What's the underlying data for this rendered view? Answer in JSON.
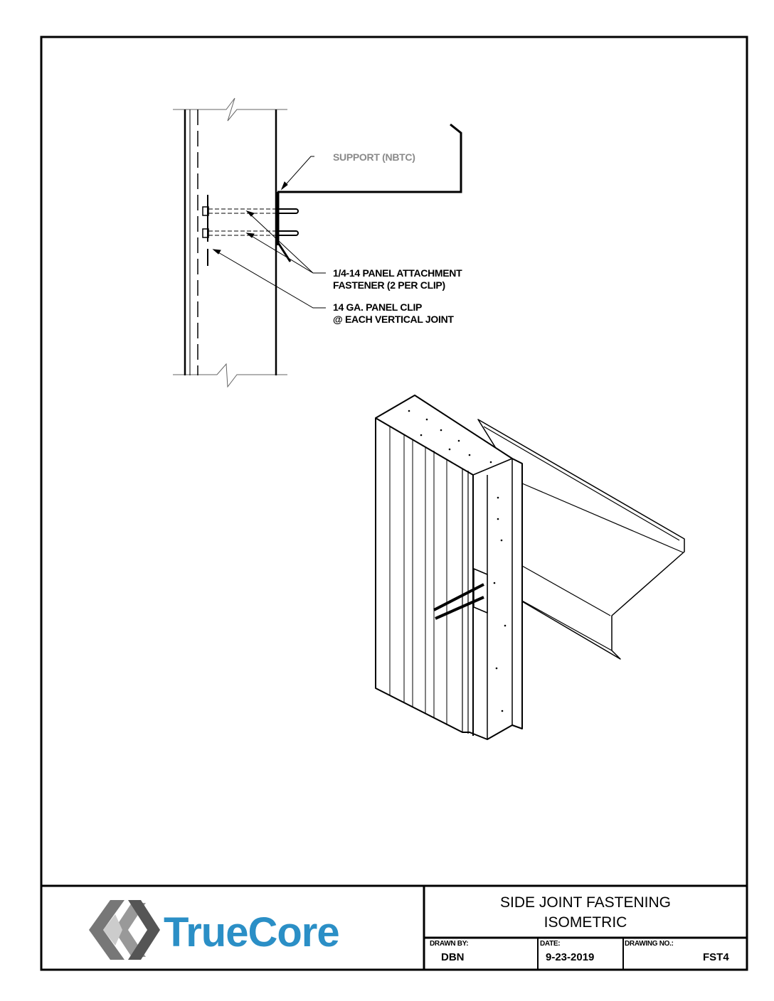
{
  "callouts": {
    "support": "SUPPORT (NBTC)",
    "fastener_line1": "1/4-14 PANEL ATTACHMENT",
    "fastener_line2": "FASTENER (2 PER CLIP)",
    "clip_line1": "14 GA. PANEL CLIP",
    "clip_line2": "@ EACH VERTICAL JOINT"
  },
  "title_block": {
    "logo_text": "TrueCore",
    "title_line1": "SIDE JOINT FASTENING",
    "title_line2": "ISOMETRIC",
    "drawn_by_label": "DRAWN BY:",
    "drawn_by": "DBN",
    "date_label": "DATE:",
    "date": "9-23-2019",
    "drawing_no_label": "DRAWING NO.:",
    "drawing_no": "FST4"
  },
  "colors": {
    "brand": "#2b8fc6",
    "support_label": "#8a8a8a"
  }
}
